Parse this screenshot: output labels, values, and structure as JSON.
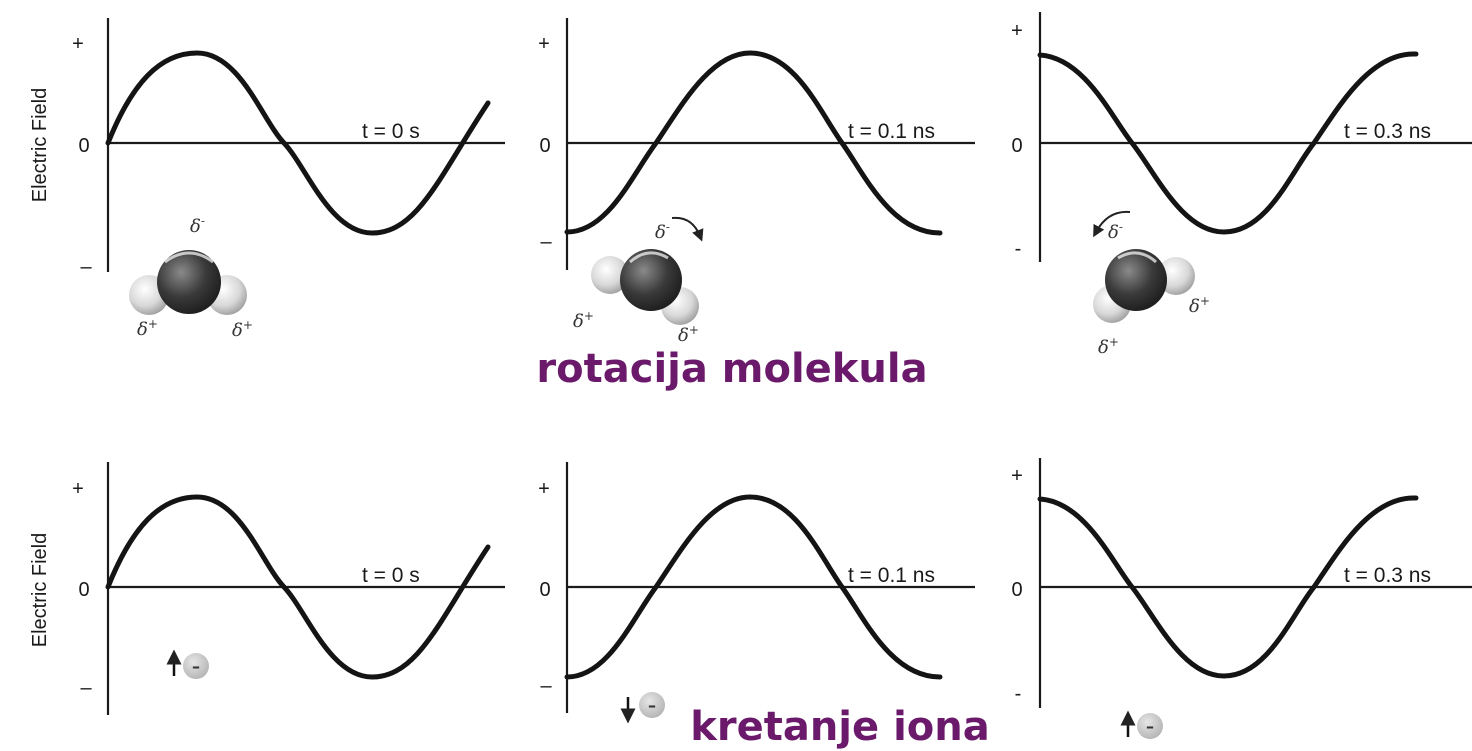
{
  "y_axis_label": "Electric Field",
  "ticks": {
    "plus": "+",
    "zero": "0",
    "minus_long": "–",
    "minus_short": "-"
  },
  "captions": {
    "rotation": "rotacija molekula",
    "ion_motion": "kretanje iona"
  },
  "delta": {
    "neg": "δ",
    "pos": "δ"
  },
  "sup": {
    "neg": "-",
    "pos": "+"
  },
  "ion_sign": "–",
  "panels": [
    {
      "time_label": "t = 0 s"
    },
    {
      "time_label": "t = 0.1 ns"
    },
    {
      "time_label": "t = 0.3 ns"
    },
    {
      "time_label": "t = 0 s"
    },
    {
      "time_label": "t = 0.1 ns"
    },
    {
      "time_label": "t = 0.3 ns"
    }
  ],
  "chart_data": [
    {
      "type": "line",
      "row": "molecule rotation",
      "time": "t = 0 s",
      "waveform": "sine",
      "phase": "0",
      "y_ticks": [
        "+",
        "0",
        "–"
      ],
      "ylabel": "Electric Field"
    },
    {
      "type": "line",
      "row": "molecule rotation",
      "time": "t = 0.1 ns",
      "waveform": "sine",
      "phase": "shifted",
      "y_ticks": [
        "+",
        "0",
        "–"
      ]
    },
    {
      "type": "line",
      "row": "molecule rotation",
      "time": "t = 0.3 ns",
      "waveform": "cosine",
      "phase": "shifted",
      "y_ticks": [
        "+",
        "0",
        "-"
      ]
    },
    {
      "type": "line",
      "row": "ion motion",
      "time": "t = 0 s",
      "waveform": "sine",
      "phase": "0",
      "y_ticks": [
        "+",
        "0",
        "–"
      ],
      "ylabel": "Electric Field",
      "ion_direction": "up"
    },
    {
      "type": "line",
      "row": "ion motion",
      "time": "t = 0.1 ns",
      "waveform": "sine",
      "phase": "shifted",
      "y_ticks": [
        "+",
        "0",
        "–"
      ],
      "ion_direction": "down"
    },
    {
      "type": "line",
      "row": "ion motion",
      "time": "t = 0.3 ns",
      "waveform": "cosine",
      "phase": "shifted",
      "y_ticks": [
        "+",
        "0",
        "-"
      ],
      "ion_direction": "up"
    }
  ]
}
